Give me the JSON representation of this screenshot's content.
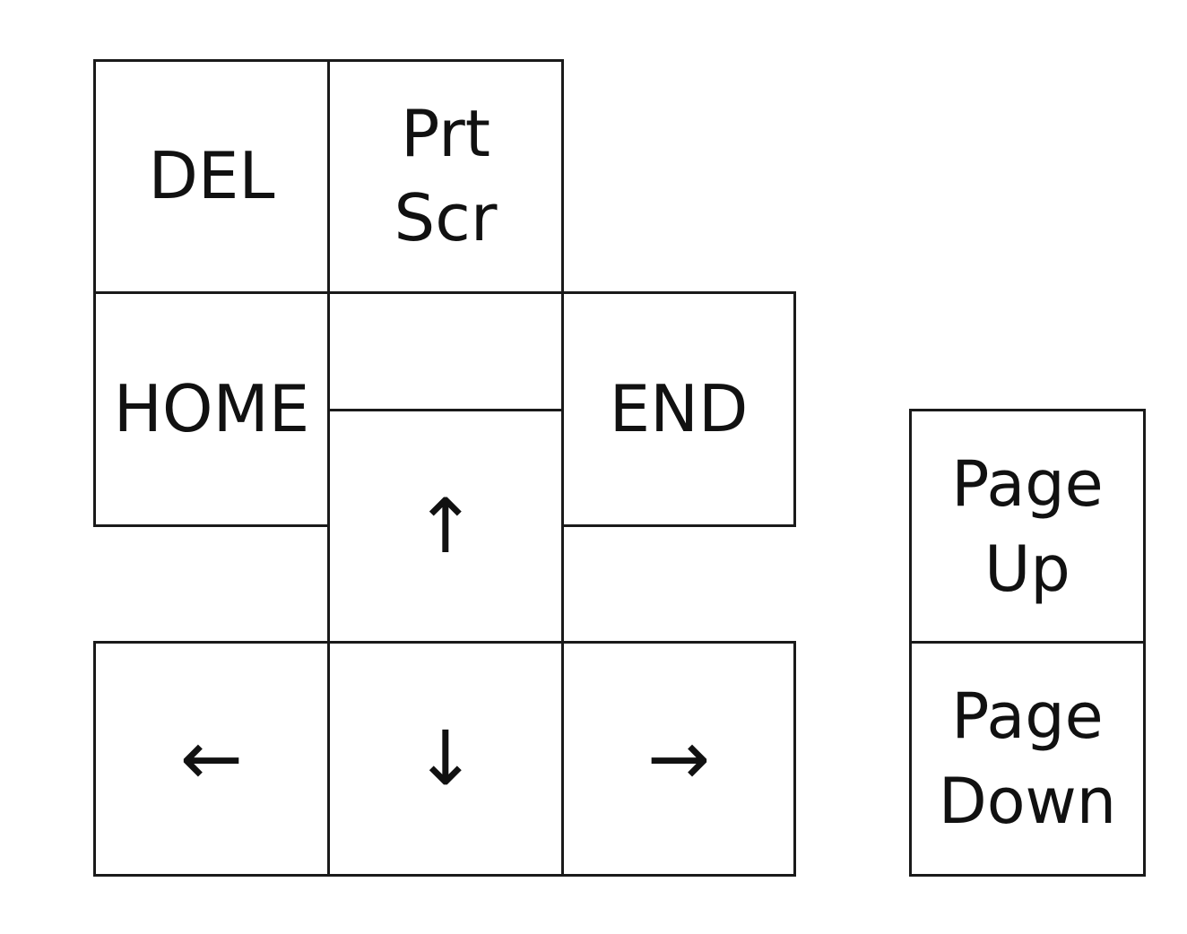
{
  "keys": {
    "del": "DEL",
    "prtscr": "Prt\nScr",
    "home": "HOME",
    "end": "END",
    "blank": "",
    "up": "↑",
    "left": "←",
    "down": "↓",
    "right": "→",
    "pageup": "Page\nUp",
    "pagedown": "Page\nDown"
  }
}
